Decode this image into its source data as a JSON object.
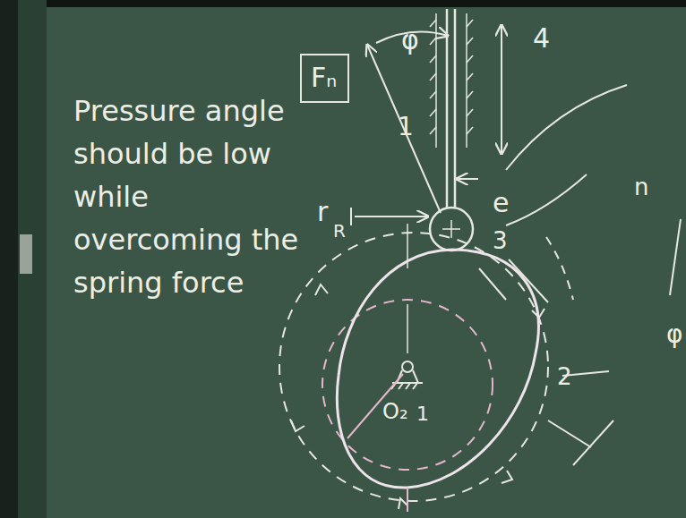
{
  "diagram": {
    "nodes": [
      {
        "text": [
          "Fₙ"
        ]
      }
    ],
    "labels": [
      "Pressure angle should be low while overcoming the spring force",
      "φ",
      "1",
      "4",
      "r",
      "R",
      "e",
      "3",
      "O₂",
      "1",
      "2",
      "n",
      "φ"
    ]
  }
}
